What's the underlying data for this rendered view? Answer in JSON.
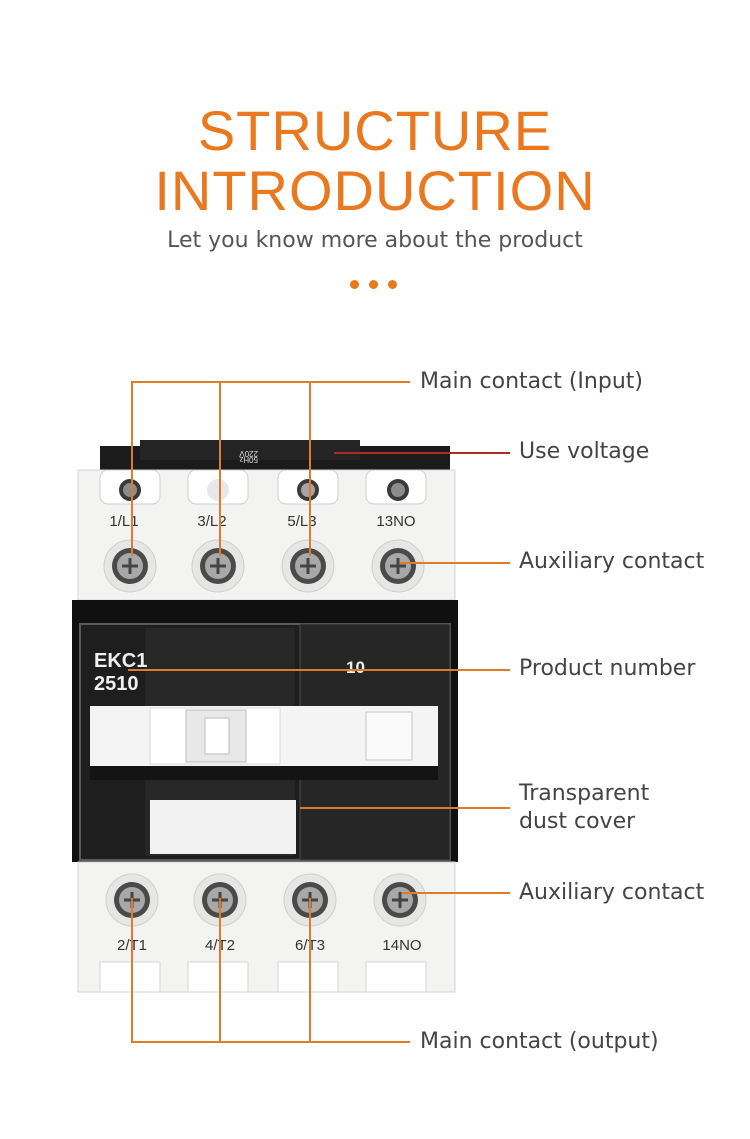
{
  "header": {
    "title_line1": "STRUCTURE",
    "title_line2": "INTRODUCTION",
    "subtitle": "Let you know more about the product"
  },
  "accent_color": "#e9781f",
  "product": {
    "model_line1": "EKC1",
    "model_line2": "2510",
    "contact_code": "10",
    "voltage_line1": "220V",
    "voltage_line2": "50Hz",
    "top_terminals": [
      "1/L1",
      "3/L2",
      "5/L3",
      "13NO"
    ],
    "bottom_terminals": [
      "2/T1",
      "4/T2",
      "6/T3",
      "14NO"
    ]
  },
  "callouts": {
    "main_input": "Main contact (Input)",
    "use_voltage": "Use voltage",
    "aux_top": "Auxiliary contact",
    "product_number": "Product number",
    "dust_cover_line1": "Transparent",
    "dust_cover_line2": "dust cover",
    "aux_bottom": "Auxiliary contact",
    "main_output": "Main contact (output)"
  }
}
